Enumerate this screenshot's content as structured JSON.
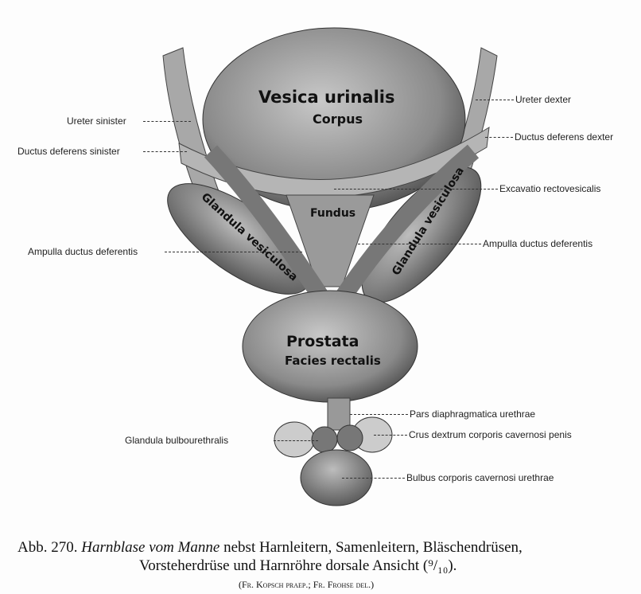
{
  "figure": {
    "labels_left": {
      "ureter_sinister": "Ureter sinister",
      "ductus_deferens_sinister": "Ductus deferens sinister",
      "ampulla_left": "Ampulla ductus deferentis",
      "glandula_bulbourethralis": "Glandula bulbourethralis"
    },
    "labels_right": {
      "ureter_dexter": "Ureter dexter",
      "ductus_deferens_dexter": "Ductus deferens dexter",
      "excavatio": "Excavatio rectovesicalis",
      "ampulla_right": "Ampulla ductus deferentis",
      "pars_diaphragmatica": "Pars diaphragmatica urethrae",
      "crus_dextrum": "Crus dextrum corporis cavernosi penis",
      "bulbus": "Bulbus corporis cavernosi urethrae"
    },
    "inner_labels": {
      "vesica": "Vesica urinalis",
      "corpus": "Corpus",
      "fundus": "Fundus",
      "glandula_left": "Glandula vesiculosa",
      "glandula_right": "Glandula vesiculosa",
      "prostata": "Prostata",
      "facies": "Facies rectalis"
    }
  },
  "caption": {
    "number": "Abb. 270.",
    "title_italic": "Harnblase vom Manne",
    "line1_rest": "nebst Harnleitern, Samenleitern, Bläschendrüsen,",
    "line2": "Vorsteherdrüse und Harnröhre dorsale Ansicht (⁹/₁₀).",
    "credit": "(Fr. Kopsch praep.; Fr. Frohse del.)"
  }
}
